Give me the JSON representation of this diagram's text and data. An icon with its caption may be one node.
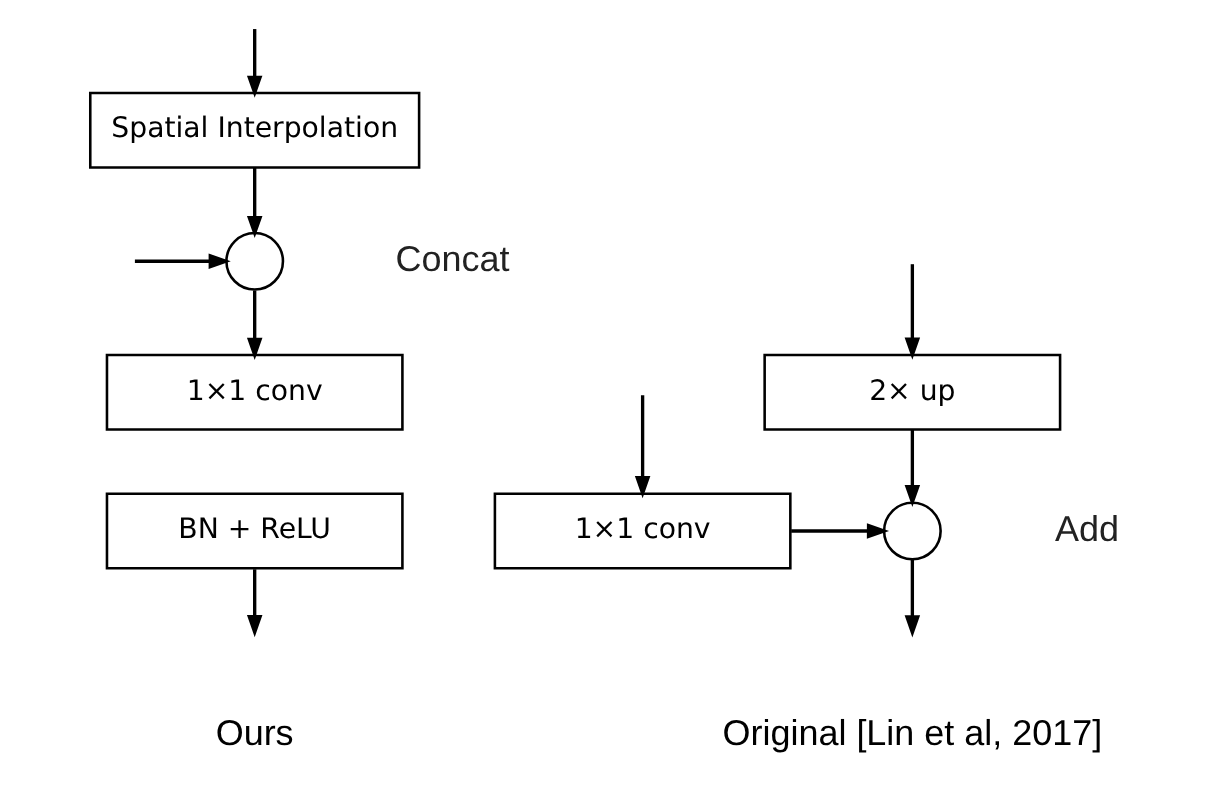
{
  "diagram": {
    "nodes": [
      {
        "text": [
          "Spatial Interpolation"
        ]
      },
      {
        "text": [],
        "shape": "circle",
        "beside": [
          "Concat"
        ]
      },
      {
        "text": [
          "1×1 conv"
        ]
      },
      {
        "text": [
          "BN + ReLU"
        ]
      },
      {
        "text": [
          "2× up"
        ]
      },
      {
        "text": [
          "1×1 conv"
        ]
      },
      {
        "text": [],
        "shape": "circle",
        "beside": [
          "Add"
        ]
      }
    ],
    "edges": [
      {
        "from": null,
        "to": 0,
        "arrow": "to"
      },
      {
        "from": 0,
        "to": 1,
        "arrow": "to"
      },
      {
        "from": null,
        "to": 1,
        "arrow": "to"
      },
      {
        "from": 1,
        "to": 2,
        "arrow": "to"
      },
      {
        "from": 3,
        "to": null,
        "arrow": "to"
      },
      {
        "from": null,
        "to": 4,
        "arrow": "to"
      },
      {
        "from": 4,
        "to": 6,
        "arrow": "to"
      },
      {
        "from": null,
        "to": 5,
        "arrow": "to"
      },
      {
        "from": 5,
        "to": 6,
        "arrow": "to"
      },
      {
        "from": 6,
        "to": null,
        "arrow": "to"
      }
    ],
    "labels": [
      "Ours",
      "Original [Lin et al, 2017]"
    ]
  }
}
